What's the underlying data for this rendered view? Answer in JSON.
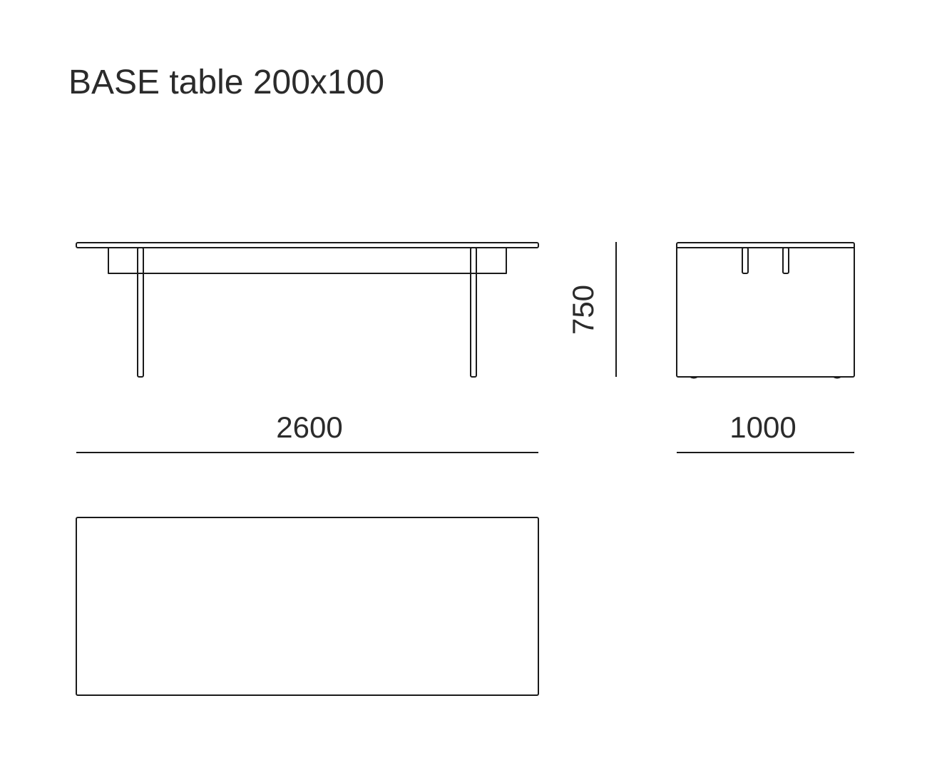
{
  "title": "BASE table 200x100",
  "dimensions": {
    "length": "2600",
    "height": "750",
    "depth": "1000"
  },
  "views": [
    "front-elevation",
    "side-elevation",
    "plan"
  ],
  "colors": {
    "line": "#1a1a1a",
    "text": "#2b2b2b",
    "background": "#ffffff"
  }
}
